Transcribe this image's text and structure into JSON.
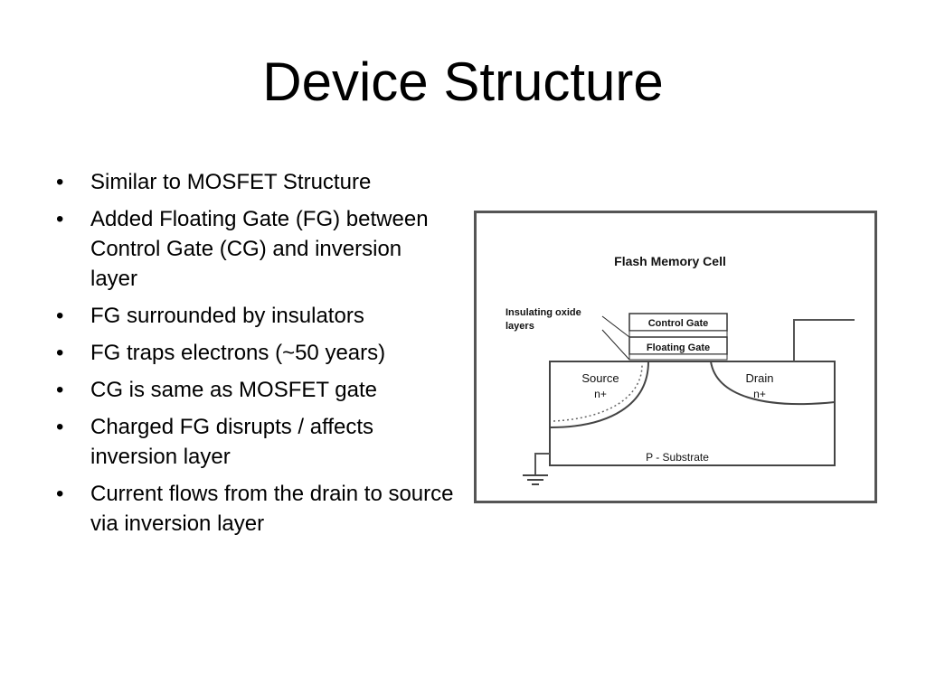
{
  "slide": {
    "title": "Device Structure"
  },
  "bullets": [
    "Similar to MOSFET Structure",
    "Added Floating Gate (FG) between Control Gate (CG) and inversion layer",
    "FG  surrounded by insulators",
    "FG traps electrons (~50 years)",
    "CG is same as MOSFET gate",
    "Charged FG disrupts / affects inversion layer",
    "Current flows from the drain to source via inversion layer"
  ],
  "diagram": {
    "title": "Flash Memory Cell",
    "insulating_label_line1": "Insulating oxide",
    "insulating_label_line2": "layers",
    "control_gate": "Control Gate",
    "floating_gate": "Floating Gate",
    "source": "Source",
    "source_doping": "n+",
    "drain": "Drain",
    "drain_doping": "n+",
    "substrate": "P - Substrate"
  }
}
